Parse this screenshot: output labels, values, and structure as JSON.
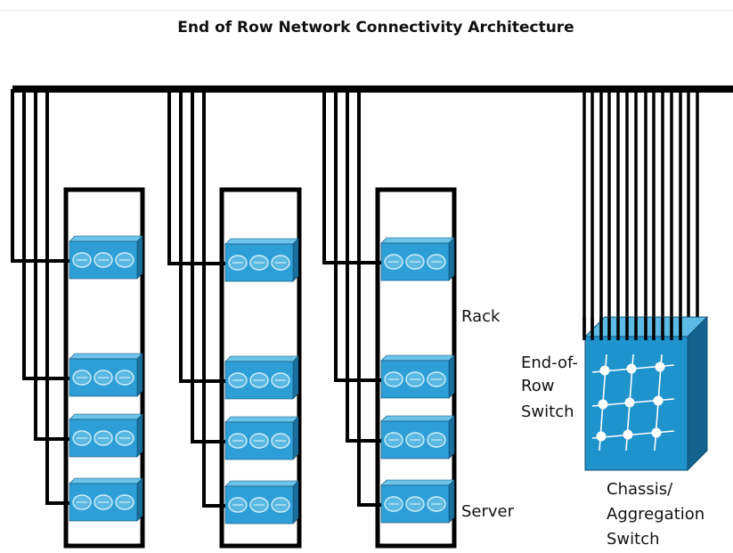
{
  "title": "End of Row Network Connectivity Architecture",
  "labels": {
    "rack": "Rack",
    "server": "Server",
    "eor_switch": [
      "End-of-",
      "Row",
      "Switch"
    ],
    "chassis": [
      "Chassis/",
      "Aggregation",
      "Switch"
    ]
  },
  "racks": [
    {
      "servers": 4
    },
    {
      "servers": 4
    },
    {
      "servers": 4
    }
  ],
  "colors": {
    "server_front": "#2e9fd6",
    "server_top": "#6cc4ea",
    "server_side": "#1a6f9e",
    "switch_front": "#1f93cc",
    "switch_top": "#5bbbe6",
    "switch_side": "#14638f",
    "line": "#000000"
  }
}
